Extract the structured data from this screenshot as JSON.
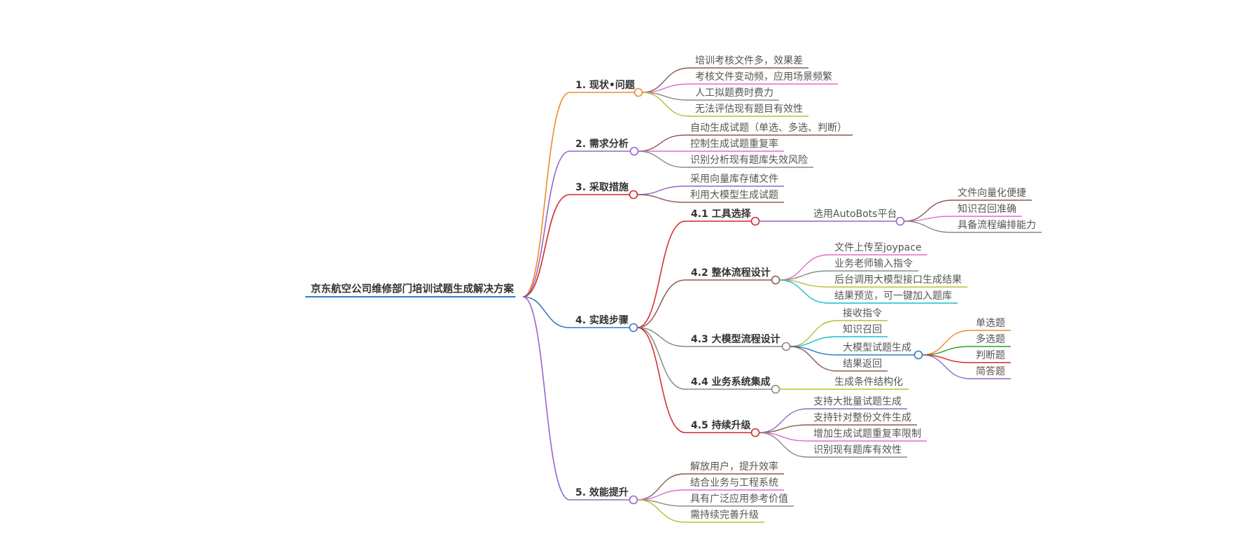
{
  "root": {
    "label": "京东航空公司维修部门培训试题生成解决方案",
    "color": "#2f7cc1"
  },
  "branches": [
    {
      "id": "b1",
      "label": "1. 现状•问题",
      "color": "#f08a24",
      "children": [
        {
          "label": "培训考核文件多，效果差",
          "color": "#8d5a4e"
        },
        {
          "label": "考核文件变动频，应用场景频繁",
          "color": "#e06ccf"
        },
        {
          "label": "人工拟题费时费力",
          "color": "#8a8a8a"
        },
        {
          "label": "无法评估现有题目有效性",
          "color": "#bdbd2d"
        }
      ]
    },
    {
      "id": "b2",
      "label": "2. 需求分析",
      "color": "#9466c9",
      "children": [
        {
          "label": "自动生成试题（单选、多选、判断）",
          "color": "#8d5a4e"
        },
        {
          "label": "控制生成试题重复率",
          "color": "#e06ccf"
        },
        {
          "label": "识别分析现有题库失效风险",
          "color": "#8a8a8a"
        }
      ]
    },
    {
      "id": "b3",
      "label": "3. 采取措施",
      "color": "#d62728",
      "children": [
        {
          "label": "采用向量库存储文件",
          "color": "#9466c9"
        },
        {
          "label": "利用大模型生成试题",
          "color": "#8d5a4e"
        }
      ]
    },
    {
      "id": "b4",
      "label": "4. 实践步骤",
      "color": "#2f7cc1",
      "children": [
        {
          "label": "4.1 工具选择",
          "color": "#d62728",
          "children": [
            {
              "label": "选用AutoBots平台",
              "color": "#9466c9",
              "children": [
                {
                  "label": "文件向量化便捷",
                  "color": "#8d5a4e"
                },
                {
                  "label": "知识召回准确",
                  "color": "#e06ccf"
                },
                {
                  "label": "具备流程编排能力",
                  "color": "#8a8a8a"
                }
              ]
            }
          ]
        },
        {
          "label": "4.2 整体流程设计",
          "color": "#8d5a4e",
          "children": [
            {
              "label": "文件上传至joypace",
              "color": "#e06ccf"
            },
            {
              "label": "业务老师输入指令",
              "color": "#8a8a8a"
            },
            {
              "label": "后台调用大模型接口生成结果",
              "color": "#bdbd2d"
            },
            {
              "label": "结果预览，可一键加入题库",
              "color": "#17becf"
            }
          ]
        },
        {
          "label": "4.3 大模型流程设计",
          "color": "#8a8a8a",
          "children": [
            {
              "label": "接收指令",
              "color": "#bdbd2d"
            },
            {
              "label": "知识召回",
              "color": "#17becf"
            },
            {
              "label": "大模型试题生成",
              "color": "#2f7cc1",
              "children": [
                {
                  "label": "单选题",
                  "color": "#f08a24"
                },
                {
                  "label": "多选题",
                  "color": "#2ca02c"
                },
                {
                  "label": "判断题",
                  "color": "#d62728"
                },
                {
                  "label": "简答题",
                  "color": "#9466c9"
                }
              ]
            },
            {
              "label": "结果返回",
              "color": "#8d5a4e"
            }
          ]
        },
        {
          "label": "4.4 业务系统集成",
          "color": "#8a8a8a",
          "children": [
            {
              "label": "生成条件结构化",
              "color": "#bdbd2d"
            }
          ]
        },
        {
          "label": "4.5 持续升级",
          "color": "#d62728",
          "children": [
            {
              "label": "支持大批量试题生成",
              "color": "#9466c9"
            },
            {
              "label": "支持针对整份文件生成",
              "color": "#8d5a4e"
            },
            {
              "label": "增加生成试题重复率限制",
              "color": "#e06ccf"
            },
            {
              "label": "识别现有题库有效性",
              "color": "#8a8a8a"
            }
          ]
        }
      ]
    },
    {
      "id": "b5",
      "label": "5. 效能提升",
      "color": "#9466c9",
      "children": [
        {
          "label": "解放用户，提升效率",
          "color": "#8d5a4e"
        },
        {
          "label": "结合业务与工程系统",
          "color": "#e06ccf"
        },
        {
          "label": "具有广泛应用参考价值",
          "color": "#8a8a8a"
        },
        {
          "label": "需持续完善升级",
          "color": "#bdbd2d"
        }
      ]
    }
  ]
}
